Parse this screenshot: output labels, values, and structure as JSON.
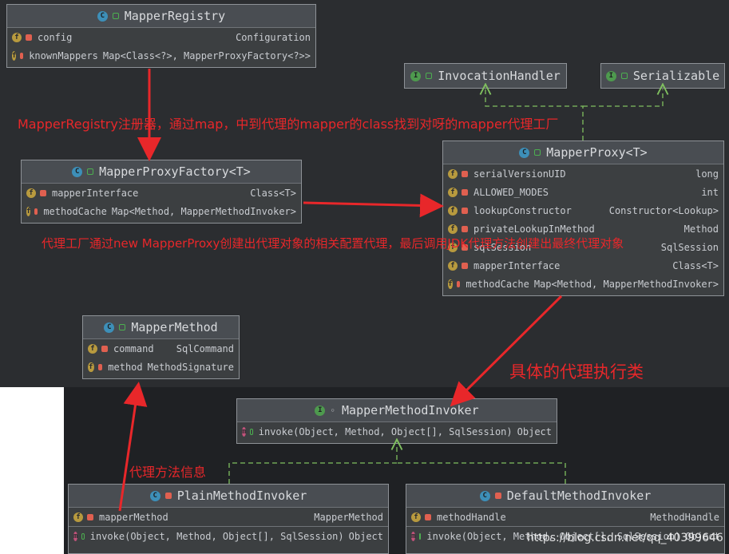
{
  "boxes": {
    "registry": {
      "title": "MapperRegistry",
      "rows": [
        {
          "name": "config",
          "type": "Configuration"
        },
        {
          "name": "knownMappers",
          "type": "Map<Class<?>, MapperProxyFactory<?>>"
        }
      ]
    },
    "factory": {
      "title": "MapperProxyFactory<T>",
      "rows": [
        {
          "name": "mapperInterface",
          "type": "Class<T>"
        },
        {
          "name": "methodCache",
          "type": "Map<Method, MapperMethodInvoker>"
        }
      ]
    },
    "invocation_handler": {
      "title": "InvocationHandler"
    },
    "serializable": {
      "title": "Serializable"
    },
    "proxy": {
      "title": "MapperProxy<T>",
      "rows": [
        {
          "name": "serialVersionUID",
          "type": "long"
        },
        {
          "name": "ALLOWED_MODES",
          "type": "int"
        },
        {
          "name": "lookupConstructor",
          "type": "Constructor<Lookup>"
        },
        {
          "name": "privateLookupInMethod",
          "type": "Method"
        },
        {
          "name": "sqlSession",
          "type": "SqlSession"
        },
        {
          "name": "mapperInterface",
          "type": "Class<T>"
        },
        {
          "name": "methodCache",
          "type": "Map<Method, MapperMethodInvoker>"
        }
      ]
    },
    "mapper_method": {
      "title": "MapperMethod",
      "rows": [
        {
          "name": "command",
          "type": "SqlCommand"
        },
        {
          "name": "method",
          "type": "MethodSignature"
        }
      ]
    },
    "invoker": {
      "title": "MapperMethodInvoker",
      "rows": [
        {
          "name": "invoke(Object, Method, Object[], SqlSession)",
          "type": "Object"
        }
      ]
    },
    "plain": {
      "title": "PlainMethodInvoker",
      "rows": [
        {
          "name": "mapperMethod",
          "type": "MapperMethod"
        },
        {
          "name": "invoke(Object, Method, Object[], SqlSession)",
          "type": "Object"
        }
      ]
    },
    "default": {
      "title": "DefaultMethodInvoker",
      "rows": [
        {
          "name": "methodHandle",
          "type": "MethodHandle"
        },
        {
          "name": "invoke(Object, Method, Object[], SqlSession)",
          "type": "Object"
        }
      ]
    }
  },
  "annotations": {
    "registry_note": "MapperRegistry注册器，通过map，中到代理的mapper的class找到对呀的mapper代理工厂",
    "factory_note": "代理工厂通过new MapperProxy创建出代理对象的相关配置代理，最后调用JDK代理方法创建出最终代理对象",
    "proxy_note": "具体的代理执行类",
    "invoker_note": "代理方法信息"
  },
  "icon_letters": {
    "class": "C",
    "interface": "I",
    "field": "f",
    "method": "m"
  },
  "watermark": "https://blog.csdn.net/qq_40399646",
  "colors": {
    "annotation": "#e8272a",
    "arrow": "#e8272a",
    "implements": "#7fbf5f"
  }
}
